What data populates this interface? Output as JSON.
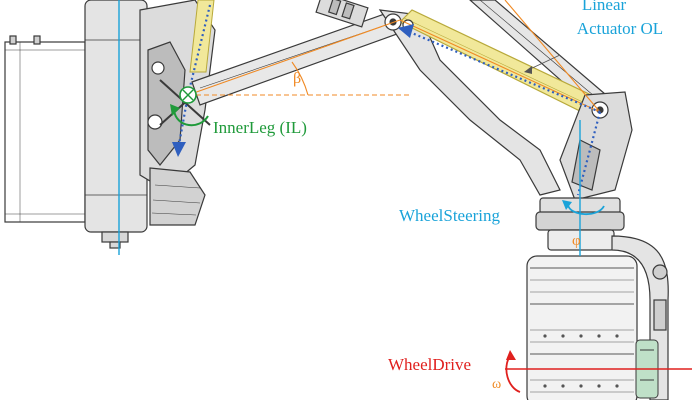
{
  "labels": {
    "linear_actuator_line1": "Linear",
    "linear_actuator_line2": "Actuator OL",
    "beta": "β",
    "inner_leg": "InnerLeg (IL)",
    "wheel_steering": "WheelSteering",
    "phi": "φ",
    "wheel_drive": "WheelDrive",
    "omega": "ω"
  },
  "colors": {
    "outline": "#3a3a3a",
    "steel": "#c8c8c8",
    "steel_dark": "#9a9a9a",
    "actuator": "#f1e89a",
    "actuator_edge": "#b8a93a",
    "axis_blue": "#1aa3d9",
    "dotted_blue": "#2f5fbf",
    "orange": "#f08a24",
    "green": "#1f9a3a",
    "red": "#e0201e",
    "steering_blue": "#1aa3d9"
  },
  "icons": {
    "joint": "revolute-joint-icon",
    "rotation_arrow": "rotation-arrow-icon"
  }
}
